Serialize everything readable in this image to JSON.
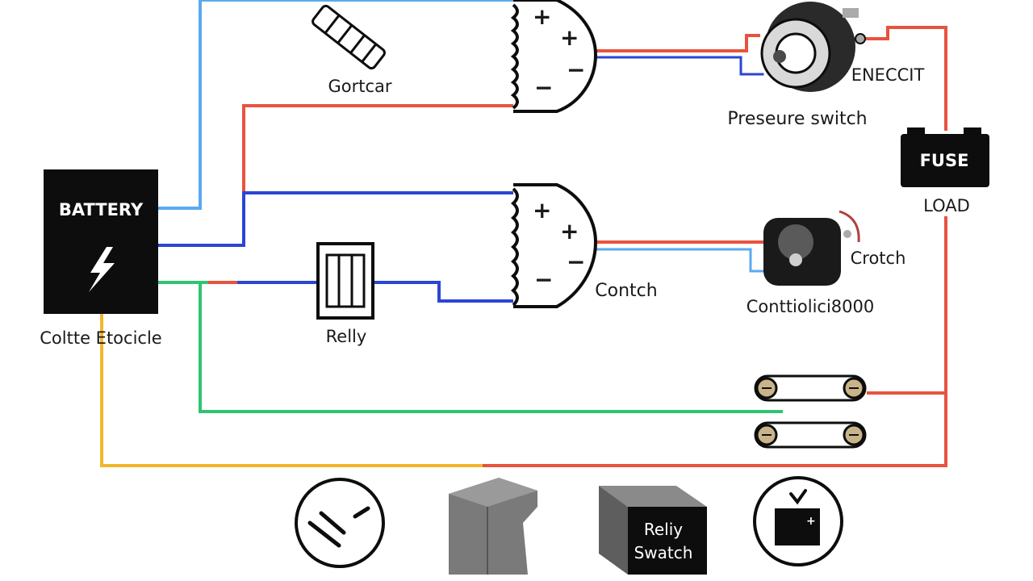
{
  "diagram": {
    "battery": {
      "label": "BATTERY",
      "caption": "Coltte Etocicle"
    },
    "fuse": {
      "label": "FUSE",
      "caption": "LOAD"
    },
    "connector": {
      "caption": "Gortcar"
    },
    "relay": {
      "caption": "Relly"
    },
    "pressure_switch": {
      "caption": "Preseure switch",
      "side_label": "ENECCIT"
    },
    "contactor": {
      "caption": "Contch"
    },
    "crotch": {
      "caption": "Crotch",
      "sub_caption": "Conttiolici8000"
    },
    "relay_switch": {
      "line1": "Reliy",
      "line2": "Swatch"
    },
    "colors": {
      "light_blue": "#5aa9f0",
      "dark_blue": "#2a46d4",
      "red": "#e8533f",
      "green": "#2fc472",
      "yellow": "#f2b72a",
      "black": "#0d0d0d",
      "gray": "#7a7a7a"
    }
  }
}
